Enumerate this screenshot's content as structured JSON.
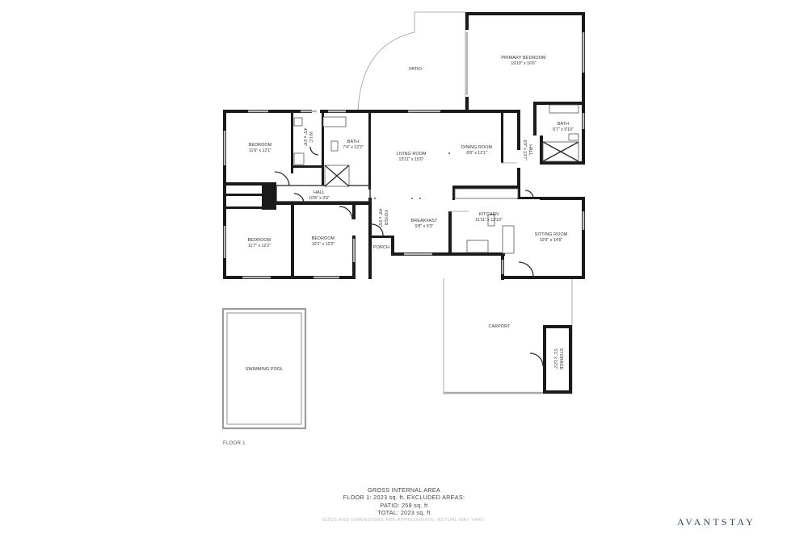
{
  "rooms": {
    "patio": {
      "name": "PATIO"
    },
    "primary_bedroom": {
      "name": "PRIMARY BEDROOM",
      "dims": "19'10\" x 16'6\""
    },
    "bedroom_1": {
      "name": "BEDROOM",
      "dims": "11'6\" x 12'1\""
    },
    "wic_1": {
      "name": "W.I.C",
      "dims": "4'5\" x 6'4\""
    },
    "bath_1": {
      "name": "BATH",
      "dims": "7'4\" x 12'2\""
    },
    "living_room": {
      "name": "LIVING ROOM",
      "dims": "13'11\" x 15'0\""
    },
    "dining_room": {
      "name": "DINING ROOM",
      "dims": "8'8\" x 12'1\""
    },
    "hall_1": {
      "name": "HALL",
      "dims": "6'9\" x 13'7\""
    },
    "bath_2": {
      "name": "BATH",
      "dims": "6'7\" x 9'10\""
    },
    "hall_2": {
      "name": "HALL",
      "dims": "10'8\" x 3'0\""
    },
    "foyer": {
      "name": "FOYER",
      "dims": "4'6\" x 9'6\""
    },
    "breakfast": {
      "name": "BREAKFAST",
      "dims": "9'8\" x 9'3\""
    },
    "kitchen": {
      "name": "KITCHEN",
      "dims": "11'11\" x 13'10\""
    },
    "sitting_room": {
      "name": "SITTING ROOM",
      "dims": "10'9\" x 14'6\""
    },
    "bedroom_2": {
      "name": "BEDROOM",
      "dims": "11'7\" x 12'2\""
    },
    "bedroom_3": {
      "name": "BEDROOM",
      "dims": "10'1\" x 12'2\""
    },
    "porch": {
      "name": "PORCH"
    },
    "carport": {
      "name": "CARPORT"
    },
    "storage": {
      "name": "STORAGE",
      "dims": "5'1\" x 12'2\""
    },
    "swimming_pool": {
      "name": "SWIMMING POOL"
    }
  },
  "floor_label": "FLOOR 1",
  "summary": {
    "heading": "GROSS INTERNAL AREA",
    "line1": "FLOOR 1: 2023 sq. ft, EXCLUDED AREAS:",
    "line2": "PATIO: 259 sq. ft",
    "line3": "TOTAL: 2023 sq. ft",
    "disclaimer": "SIZES AND DIMENSIONS ARE APPROXIMATE, ACTUAL MAY VARY."
  },
  "brand": "AVANTSTAY",
  "colors": {
    "wall": "#1a1a1a",
    "window": "#b8b8b8",
    "brand": "#3a4a5c"
  }
}
